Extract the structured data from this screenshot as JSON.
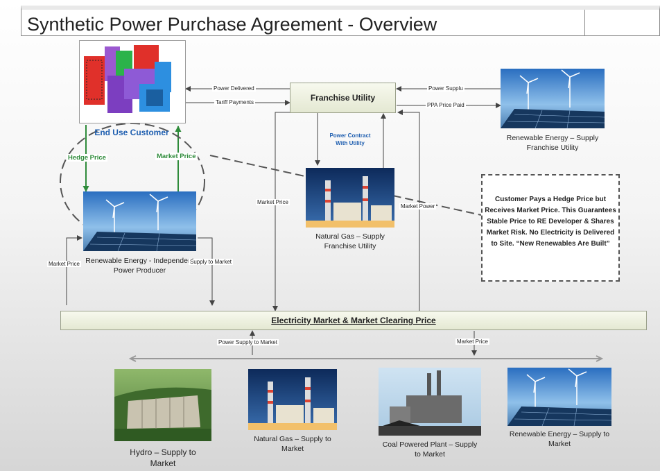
{
  "title": "Synthetic Power Purchase Agreement - Overview",
  "nodes": {
    "franchise_utility": "Franchise Utility",
    "end_use_customer": "End Use Customer",
    "renewable_supply_franchise": "Renewable Energy – Supply Franchise Utility",
    "natural_gas_supply_franchise": "Natural Gas – Supply Franchise Utility",
    "renewable_ipp": "Renewable Energy - Independent Power Producer",
    "market": "Electricity Market & Market Clearing Price",
    "hydro": "Hydro – Supply to Market",
    "natural_gas_market": "Natural Gas – Supply to Market",
    "coal": "Coal Powered Plant – Supply to Market",
    "renewable_market": "Renewable Energy – Supply to Market"
  },
  "edges": {
    "power_delivered": "Power Delivered",
    "tariff_payments": "Tariff Payments",
    "power_supply": "Power Supplu",
    "ppa_price_paid": "PPA Price Paid",
    "power_contract": "Power Contract With Utility",
    "hedge_price": "Hedge Price",
    "market_price_up": "Market Price",
    "market_price_left": "Market Price",
    "market_power": "Market Power",
    "market_price_ipp": "Market Price",
    "supply_to_market": "Supply to Market",
    "power_supply_to_market": "Power Supply to Market",
    "market_price_bottom": "Market Price"
  },
  "note": "Customer Pays a Hedge Price but Receives Market Price. This Guarantees Stable Price to RE Developer & Shares Market Risk. No Electricity is Delivered to Site. “New Renewables Are Built”",
  "colors": {
    "box_fill": "#eef0e0",
    "green_arrow": "#2e8b3a",
    "blue_text": "#1f5fb0"
  }
}
